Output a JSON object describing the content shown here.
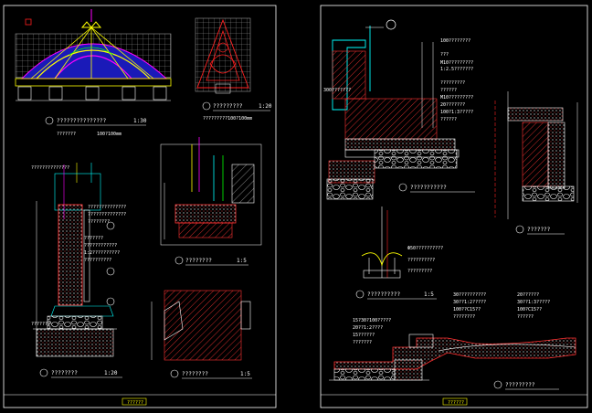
{
  "colors": {
    "background": "#000000",
    "sheet_frame": "#ffffff",
    "title_block": "#ffff00",
    "dimension": "#00ffff",
    "section_hatch": "#ff3333",
    "magenta": "#ff00ff",
    "green": "#00ff00",
    "blue_fill": "#2020c0"
  },
  "sheet_left": {
    "title_block_label": "??????",
    "view1": {
      "title": "???????????????",
      "scale": "1:30",
      "note_label": "???????",
      "note_value": "100?100mm"
    },
    "view2": {
      "title": "?????????",
      "scale": "1:20",
      "note": "?????????100?100mm"
    },
    "detail_a": {
      "title": "????????",
      "scale": "1:20",
      "callouts": [
        "??????????????",
        "??????????????",
        "??????????????",
        "????????",
        "???????",
        "????????????",
        "1:2??????????",
        "??????????",
        "???????"
      ]
    },
    "detail_b": {
      "title": "????????",
      "scale": "1:5"
    },
    "detail_c": {
      "title": "????????",
      "scale": "1:5"
    }
  },
  "sheet_right": {
    "title_block_label": "??????",
    "detail_1": {
      "title": "???????????",
      "layers": [
        "100????????",
        "???",
        "M10?????????",
        "1:2.5???????",
        "?????????",
        "300???????",
        "??????",
        "M10?????????",
        "20???????",
        "100?1:3?????",
        "??????"
      ]
    },
    "detail_2": {
      "title": "???????"
    },
    "detail_3": {
      "title": "??????????",
      "scale": "1:5",
      "callouts": [
        "Ф50??????????",
        "??????????",
        "?????????"
      ]
    },
    "detail_4": {
      "title": "?????????",
      "layers_left": [
        "15?30?100?????",
        "20??1:2????",
        "15??????",
        "???????"
      ],
      "layers_mid": [
        "30??????????",
        "30??1:2?????",
        "100??C15??",
        "????????"
      ],
      "layers_right": [
        "20??????",
        "30??1:3?????",
        "100?C15??",
        "??????"
      ]
    }
  }
}
